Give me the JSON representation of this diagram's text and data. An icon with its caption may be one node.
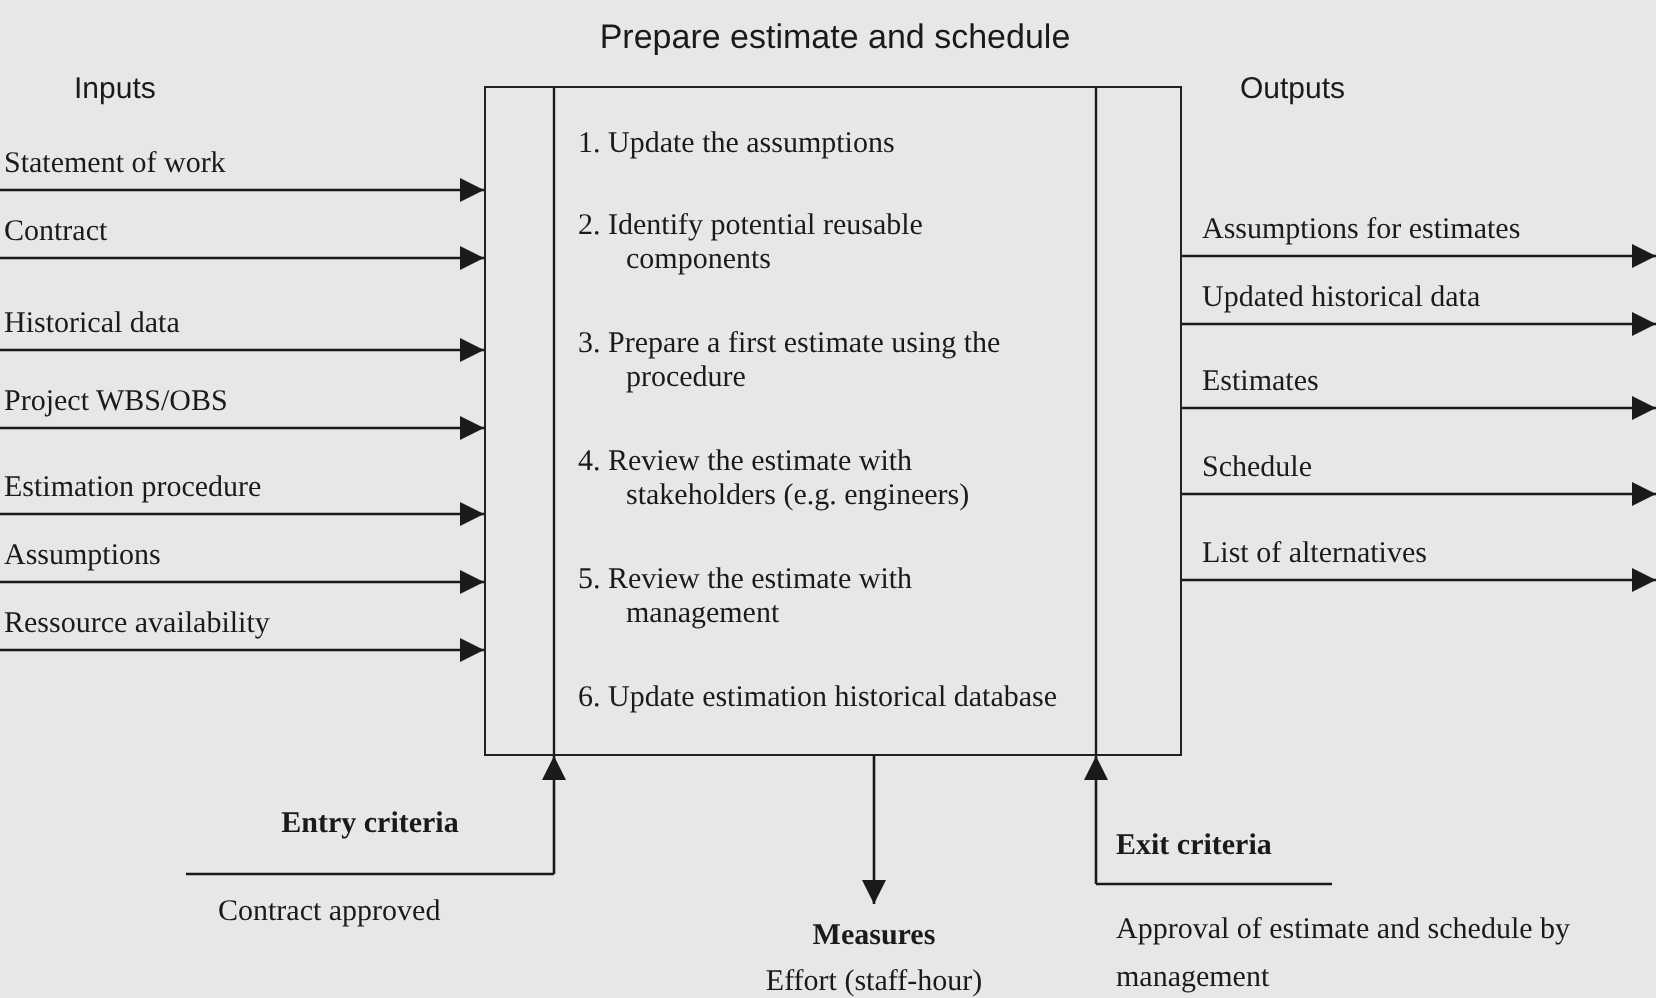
{
  "diagram": {
    "nodes": [
      {
        "text": [
          "Prepare estimate and schedule",
          "1. Update the assumptions",
          "2. Identify potential reusable components",
          "3. Prepare a first estimate using the procedure",
          "4. Review the estimate with stakeholders (e.g. engineers)",
          "5. Review the estimate with management",
          "6. Update estimation historical database"
        ]
      },
      {
        "text": [
          "Entry criteria",
          "Contract approved"
        ]
      },
      {
        "text": [
          "Measures",
          "Effort (staff-hour)"
        ]
      },
      {
        "text": [
          "Exit criteria",
          "Approval of estimate and schedule by management"
        ]
      }
    ],
    "edges": [
      {
        "from": null,
        "to": 0,
        "arrow": "to",
        "label": "Statement of work"
      },
      {
        "from": null,
        "to": 0,
        "arrow": "to",
        "label": "Contract"
      },
      {
        "from": null,
        "to": 0,
        "arrow": "to",
        "label": "Historical data"
      },
      {
        "from": null,
        "to": 0,
        "arrow": "to",
        "label": "Project WBS/OBS"
      },
      {
        "from": null,
        "to": 0,
        "arrow": "to",
        "label": "Estimation procedure"
      },
      {
        "from": null,
        "to": 0,
        "arrow": "to",
        "label": "Assumptions"
      },
      {
        "from": null,
        "to": 0,
        "arrow": "to",
        "label": "Ressource availability"
      },
      {
        "from": 0,
        "to": null,
        "arrow": "to",
        "label": "Assumptions for estimates"
      },
      {
        "from": 0,
        "to": null,
        "arrow": "to",
        "label": "Updated historical data"
      },
      {
        "from": 0,
        "to": null,
        "arrow": "to",
        "label": "Estimates"
      },
      {
        "from": 0,
        "to": null,
        "arrow": "to",
        "label": "Schedule"
      },
      {
        "from": 0,
        "to": null,
        "arrow": "to",
        "label": "List of alternatives"
      },
      {
        "from": 1,
        "to": 0,
        "arrow": "to"
      },
      {
        "from": 0,
        "to": 2,
        "arrow": "to"
      },
      {
        "from": 3,
        "to": 0,
        "arrow": "to"
      }
    ],
    "labels": [
      "Inputs",
      "Outputs"
    ]
  }
}
